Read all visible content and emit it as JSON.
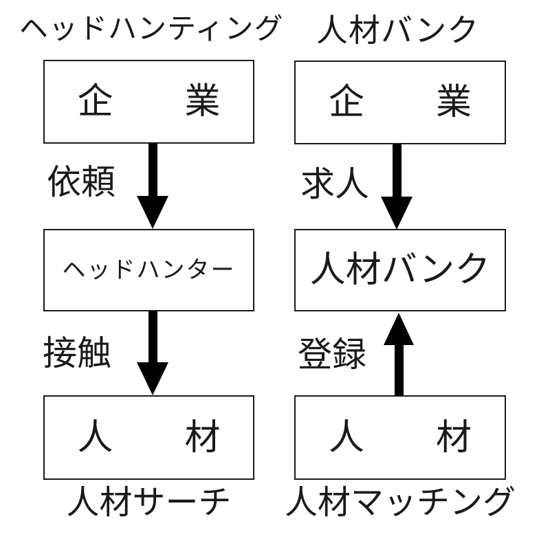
{
  "diagram": {
    "background_color": "#ffffff",
    "line_color": "#000000",
    "type": "flowchart",
    "columns": [
      {
        "id": "headhunting",
        "title": "ヘッドハンティング",
        "boxes": {
          "top": "企　　業",
          "middle": "ヘッドハンター",
          "bottom": "人　　材"
        },
        "arrows": [
          {
            "label": "依頼",
            "direction": "down",
            "from": "企業",
            "to": "ヘッドハンター",
            "icon": "arrow-down"
          },
          {
            "label": "接触",
            "direction": "down",
            "from": "ヘッドハンター",
            "to": "人材",
            "icon": "arrow-down"
          }
        ],
        "caption": "人材サーチ"
      },
      {
        "id": "jinzai-bank",
        "title": "人材バンク",
        "boxes": {
          "top": "企　　業",
          "middle": "人材バンク",
          "bottom": "人　　材"
        },
        "arrows": [
          {
            "label": "求人",
            "direction": "down",
            "from": "企業",
            "to": "人材バンク",
            "icon": "arrow-down"
          },
          {
            "label": "登録",
            "direction": "up",
            "from": "人材",
            "to": "人材バンク",
            "icon": "arrow-up"
          }
        ],
        "caption": "人材マッチング"
      }
    ]
  }
}
